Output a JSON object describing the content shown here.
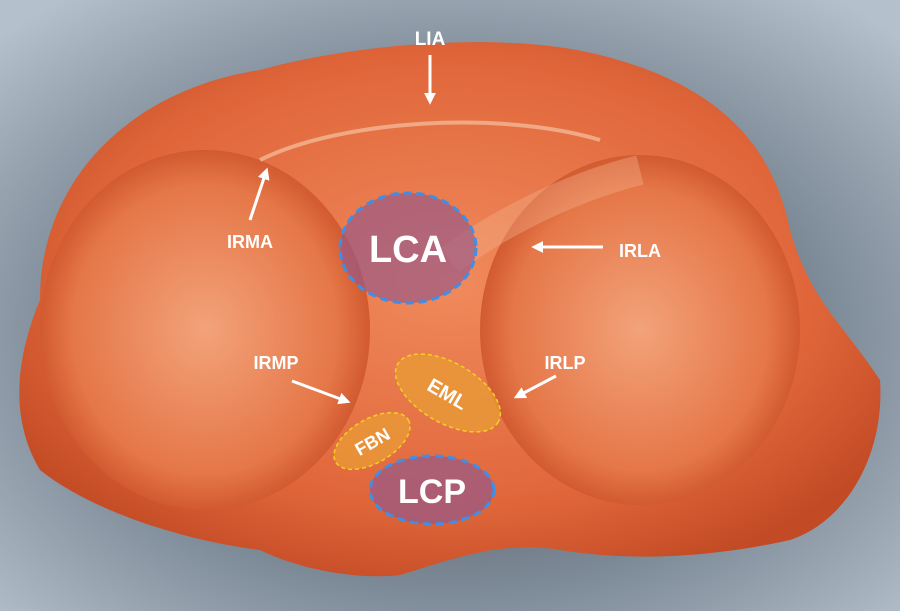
{
  "colors": {
    "tissue": "#e0663a",
    "background": "#8595a3",
    "ligament_fill": "#9a5a86",
    "ligament_stroke": "#3f8fe6",
    "structure_fill": "#e89a36",
    "structure_stroke": "#f5d020",
    "arrow": "#ffffff"
  },
  "labels": {
    "lia": "LIA",
    "irma": "IRMA",
    "irla": "IRLA",
    "irmp": "IRMP",
    "irlp": "IRLP",
    "lca": "LCA",
    "lcp": "LCP",
    "eml": "EML",
    "fbn": "FBN"
  }
}
